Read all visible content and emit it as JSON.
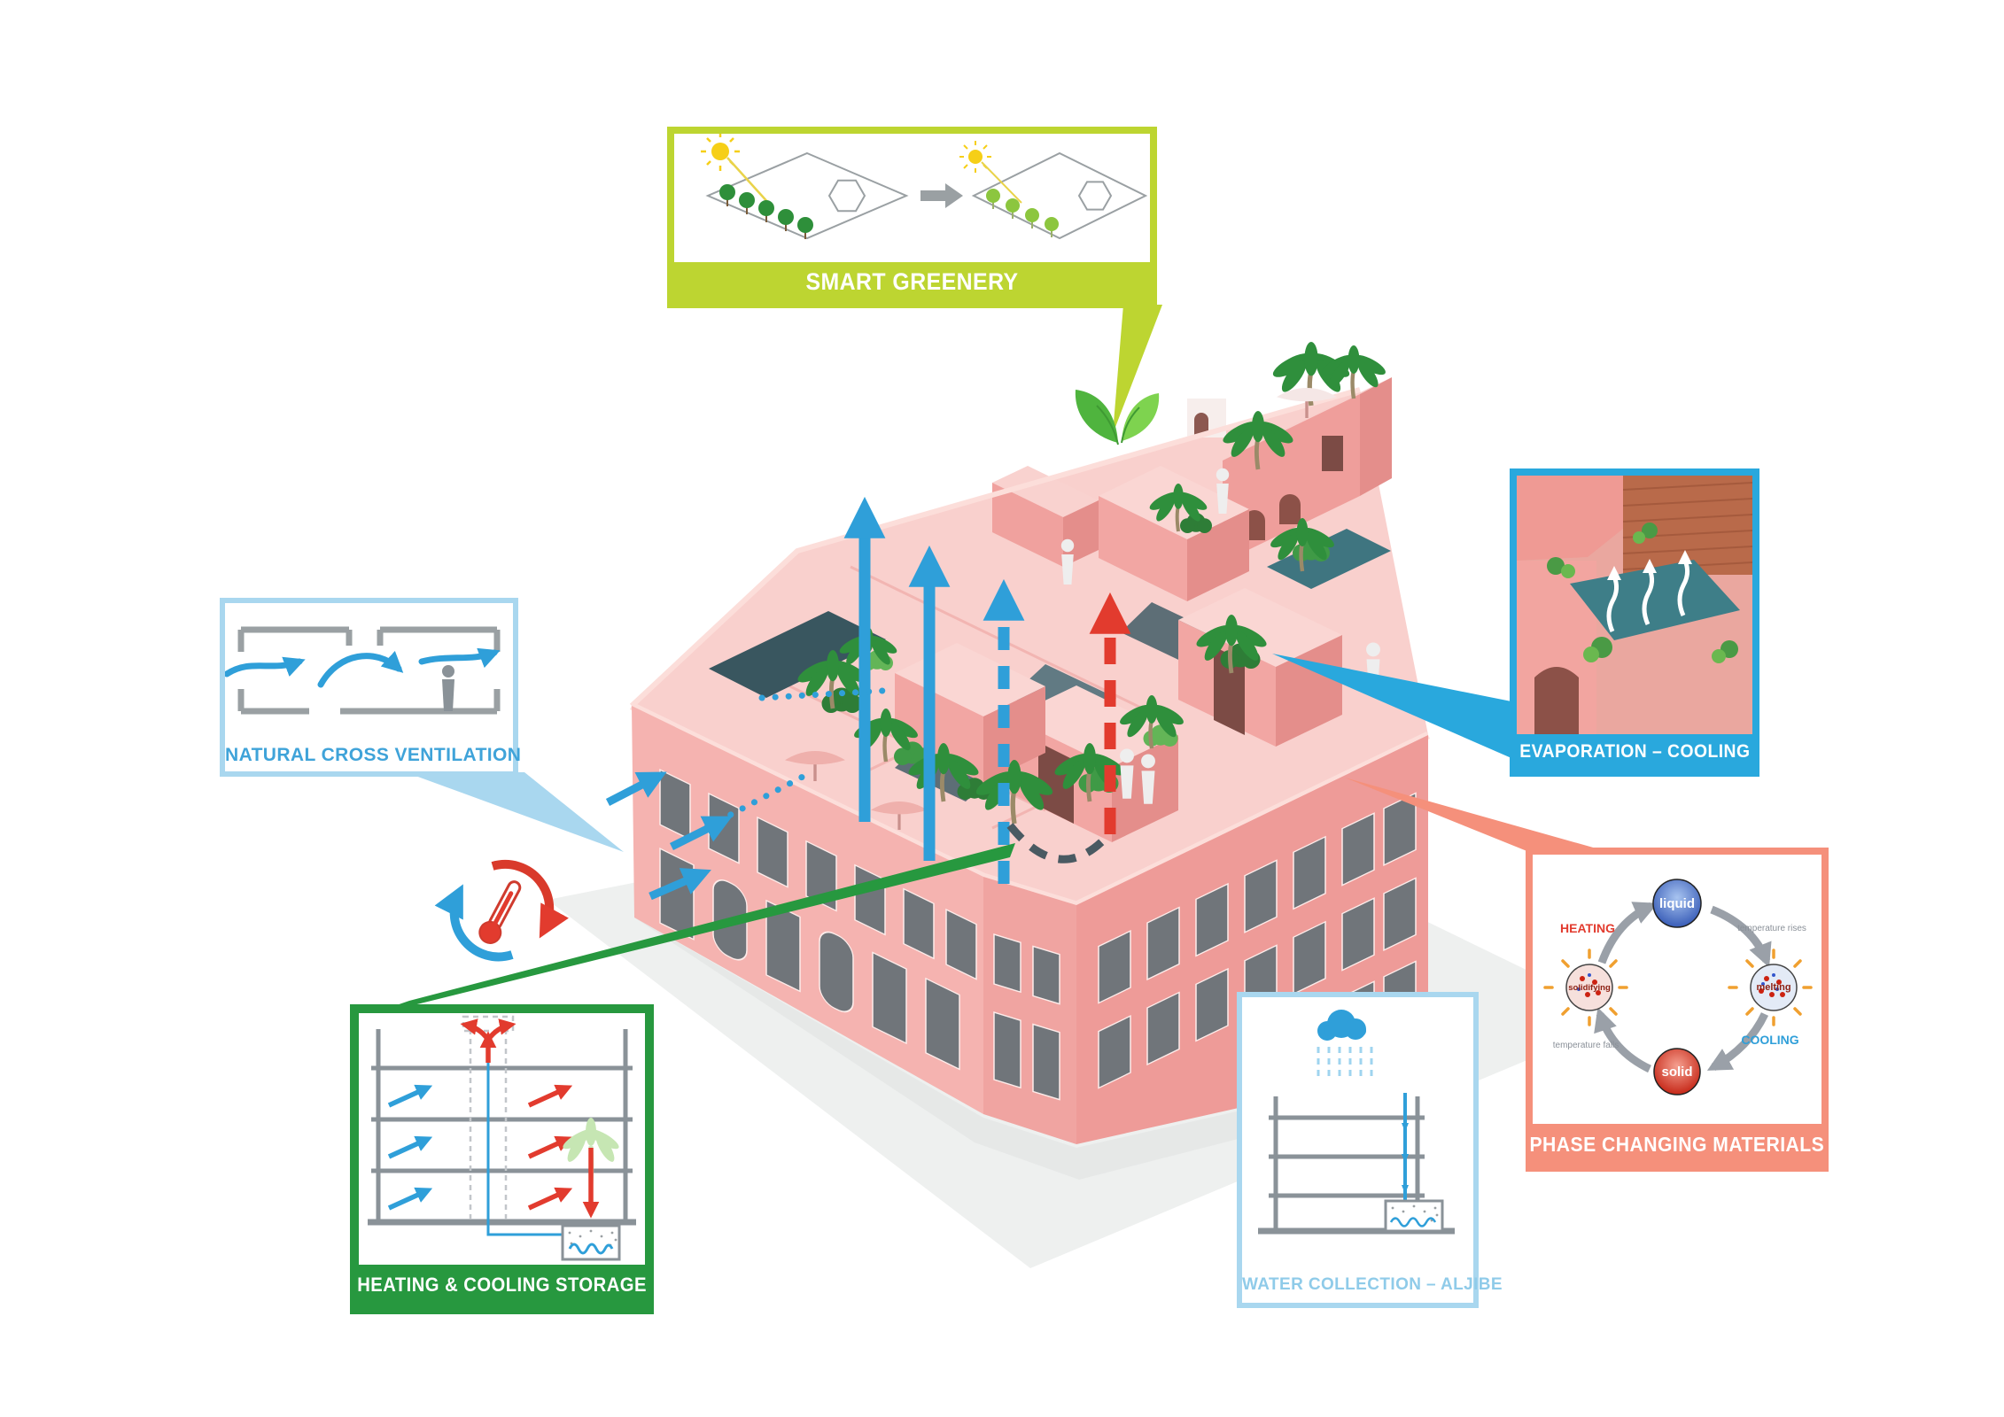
{
  "callouts": {
    "smart_greenery": {
      "label": "SMART GREENERY",
      "accent": "#bdd531"
    },
    "natural_cross_ventilation": {
      "label": "NATURAL CROSS VENTILATION",
      "accent": "#a9d7ef",
      "text_color": "#3fa3d9"
    },
    "evaporation_cooling": {
      "label": "EVAPORATION – COOLING",
      "accent": "#29a8dd"
    },
    "phase_changing_materials": {
      "label": "PHASE CHANGING MATERIALS",
      "accent": "#f5907b"
    },
    "water_collection_aljibe": {
      "label": "WATER COLLECTION – ALJIBE",
      "accent": "#a9d7ef",
      "text_color": "#8fcbe9"
    },
    "heating_cooling_storage": {
      "label": "HEATING & COOLING STORAGE",
      "accent": "#27983f"
    }
  },
  "phase_cycle": {
    "liquid": "liquid",
    "melting": "melting",
    "solid": "solid",
    "solidifying": "solidifying",
    "heating": "HEATING",
    "cooling": "COOLING",
    "temperature_rises": "temperature rises",
    "temperature_falls": "temperature falls"
  },
  "colors": {
    "building_pink": "#f2a3a0",
    "airflow_blue": "#2f9fd9",
    "heat_red": "#e23b2e"
  }
}
